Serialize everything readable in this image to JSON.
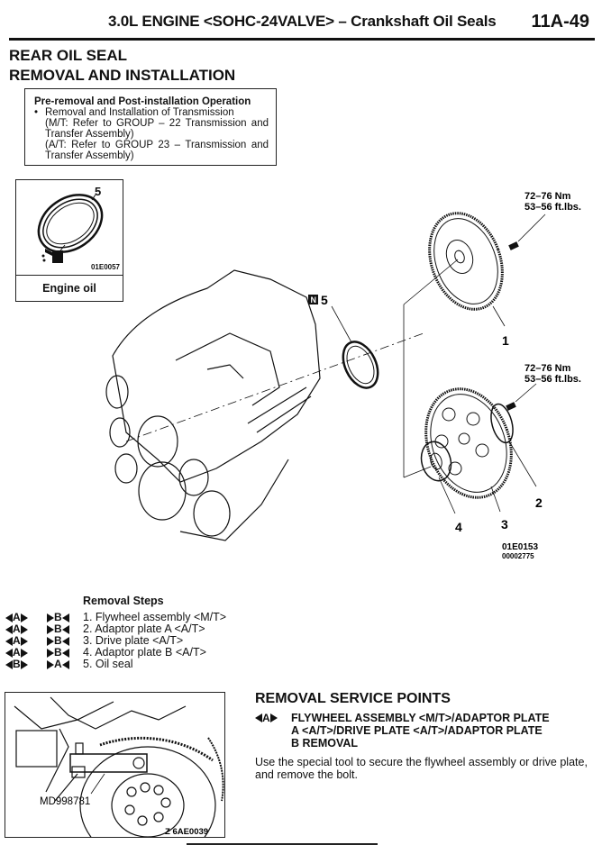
{
  "header": {
    "title": "3.0L ENGINE <SOHC-24VALVE> – Crankshaft Oil Seals",
    "page_number": "11A-49"
  },
  "section": {
    "title_line1": "REAR OIL SEAL",
    "title_line2": "REMOVAL AND INSTALLATION"
  },
  "pre_removal_box": {
    "title": "Pre-removal and Post-installation Operation",
    "bullet": "•",
    "item": "Removal and Installation of Transmission",
    "mt_note": "(M/T: Refer to GROUP – 22 Transmission and Transfer Assembly)",
    "at_note": "(A/T: Refer to GROUP 23 – Transmission and Transfer Assembly)"
  },
  "oil_box": {
    "part_number": "5",
    "figure_code": "01E0057",
    "caption": "Engine oil"
  },
  "diagram": {
    "torque_1_nm": "72–76 Nm",
    "torque_1_ftlbs": "53–56 ft.lbs.",
    "torque_2_nm": "72–76 Nm",
    "torque_2_ftlbs": "53–56 ft.lbs.",
    "new_part_symbol": "N",
    "callout_5": "5",
    "callout_1": "1",
    "callout_2": "2",
    "callout_3": "3",
    "callout_4": "4",
    "figure_code": "01E0153",
    "figure_serial": "00002775"
  },
  "removal_steps": {
    "title": "Removal Steps",
    "steps": [
      {
        "removal_mark": "A",
        "install_mark": "B",
        "text": "1. Flywheel assembly <M/T>"
      },
      {
        "removal_mark": "A",
        "install_mark": "B",
        "text": "2. Adaptor plate A <A/T>"
      },
      {
        "removal_mark": "A",
        "install_mark": "B",
        "text": "3. Drive plate <A/T>"
      },
      {
        "removal_mark": "A",
        "install_mark": "B",
        "text": "4. Adaptor plate B <A/T>"
      },
      {
        "removal_mark": "B",
        "install_mark": "A",
        "text": "5. Oil seal"
      }
    ]
  },
  "photo": {
    "tool_label": "MD998781",
    "figure_code": "Z 6AE0039"
  },
  "removal_service_points": {
    "title": "REMOVAL SERVICE POINTS",
    "mark": "A",
    "subtitle_line1": "FLYWHEEL ASSEMBLY <M/T>/ADAPTOR PLATE",
    "subtitle_line2": "A <A/T>/DRIVE PLATE <A/T>/ADAPTOR PLATE",
    "subtitle_line3": "B REMOVAL",
    "body": "Use the special tool to secure the flywheel assembly or drive plate, and remove the bolt."
  }
}
